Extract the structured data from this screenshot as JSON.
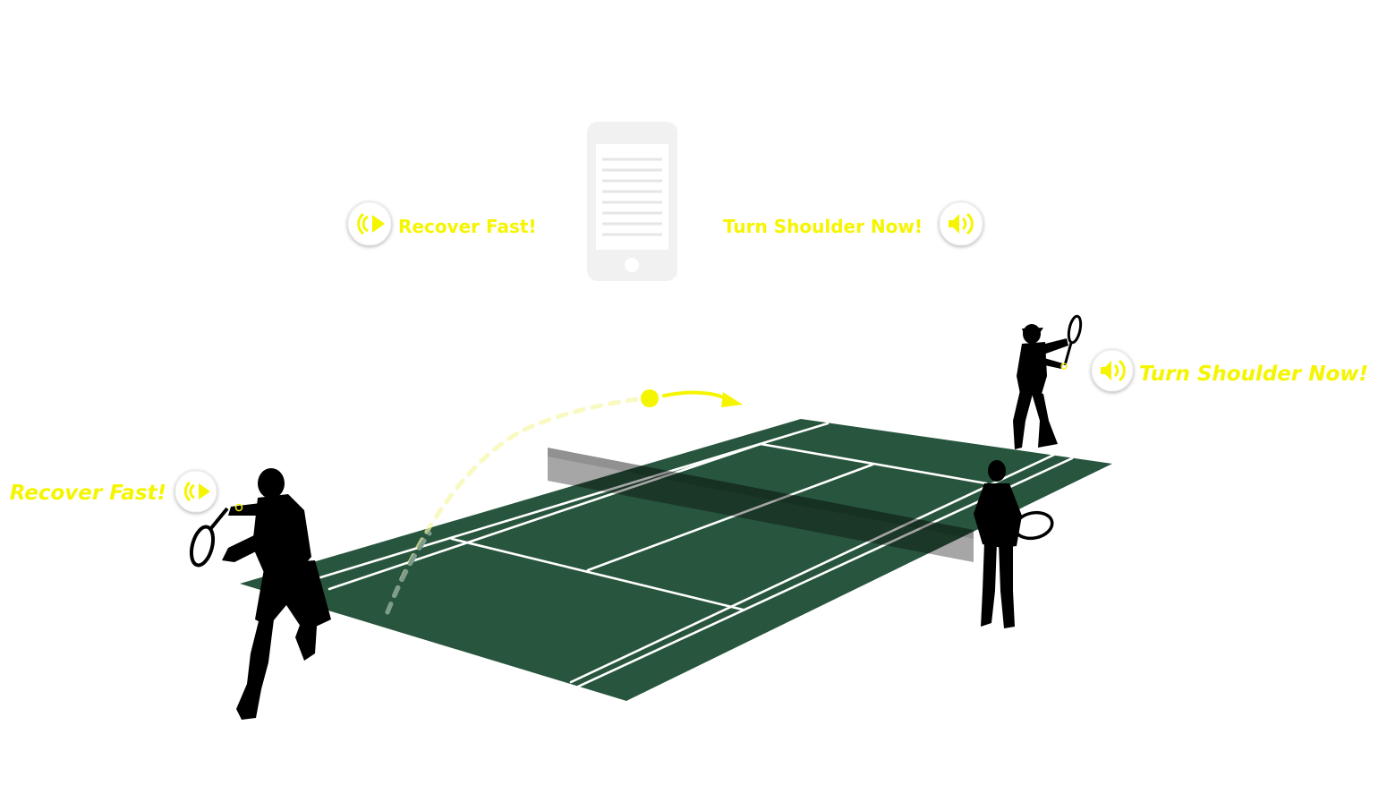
{
  "colors": {
    "court_fill": "#28553d",
    "court_lines": "#ffffff",
    "net_fill": "#8a8a8a",
    "accent": "#f5f500",
    "silhouette": "#000000",
    "phone_fill": "#f1f1f1",
    "phone_lines": "#e2e2e2",
    "speaker_button_fill": "#ffffff"
  },
  "phone": {
    "icon": "smartphone-icon"
  },
  "phone_cues": {
    "left": {
      "text": "Recover Fast!",
      "icon": "play-forward-icon"
    },
    "right": {
      "text": "Turn Shoulder Now!",
      "icon": "speaker-icon"
    }
  },
  "player_cues": {
    "near_player": {
      "text": "Recover Fast!",
      "icon": "play-forward-icon"
    },
    "far_player": {
      "text": "Turn Shoulder Now!",
      "icon": "speaker-icon"
    }
  },
  "ball": {
    "icon": "tennis-ball-icon",
    "direction": "toward-far-court"
  }
}
